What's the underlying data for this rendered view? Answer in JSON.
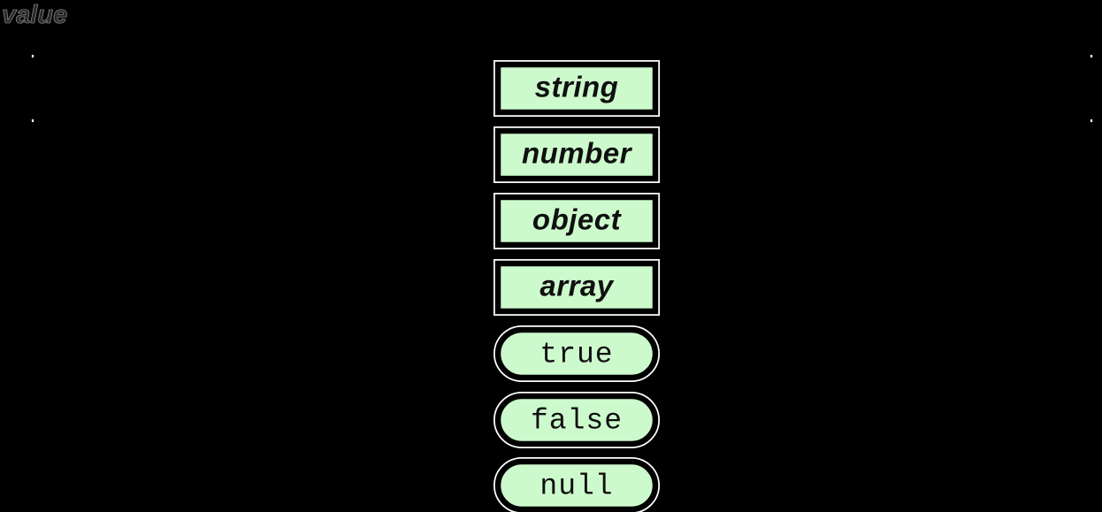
{
  "diagram": {
    "title": "value",
    "kind": "railroad-syntax-diagram",
    "background_color": "#000000",
    "line_color": "#ffffff",
    "node_fill_color": "#cdfacd",
    "node_border_color": "#000000",
    "node_text_color": "#101010",
    "title_color": "#2a2a2a",
    "alternatives": [
      {
        "label": "string",
        "type": "nonterminal",
        "shape": "rectangle",
        "row": 1
      },
      {
        "label": "number",
        "type": "nonterminal",
        "shape": "rectangle",
        "row": 2
      },
      {
        "label": "object",
        "type": "nonterminal",
        "shape": "rectangle",
        "row": 3
      },
      {
        "label": "array",
        "type": "nonterminal",
        "shape": "rectangle",
        "row": 4
      },
      {
        "label": "true",
        "type": "terminal",
        "shape": "pill",
        "row": 5
      },
      {
        "label": "false",
        "type": "terminal",
        "shape": "pill",
        "row": 6
      },
      {
        "label": "null",
        "type": "terminal",
        "shape": "pill",
        "row": 7
      }
    ],
    "entry_marker": "start-bar",
    "exit_marker": "end-bar"
  }
}
